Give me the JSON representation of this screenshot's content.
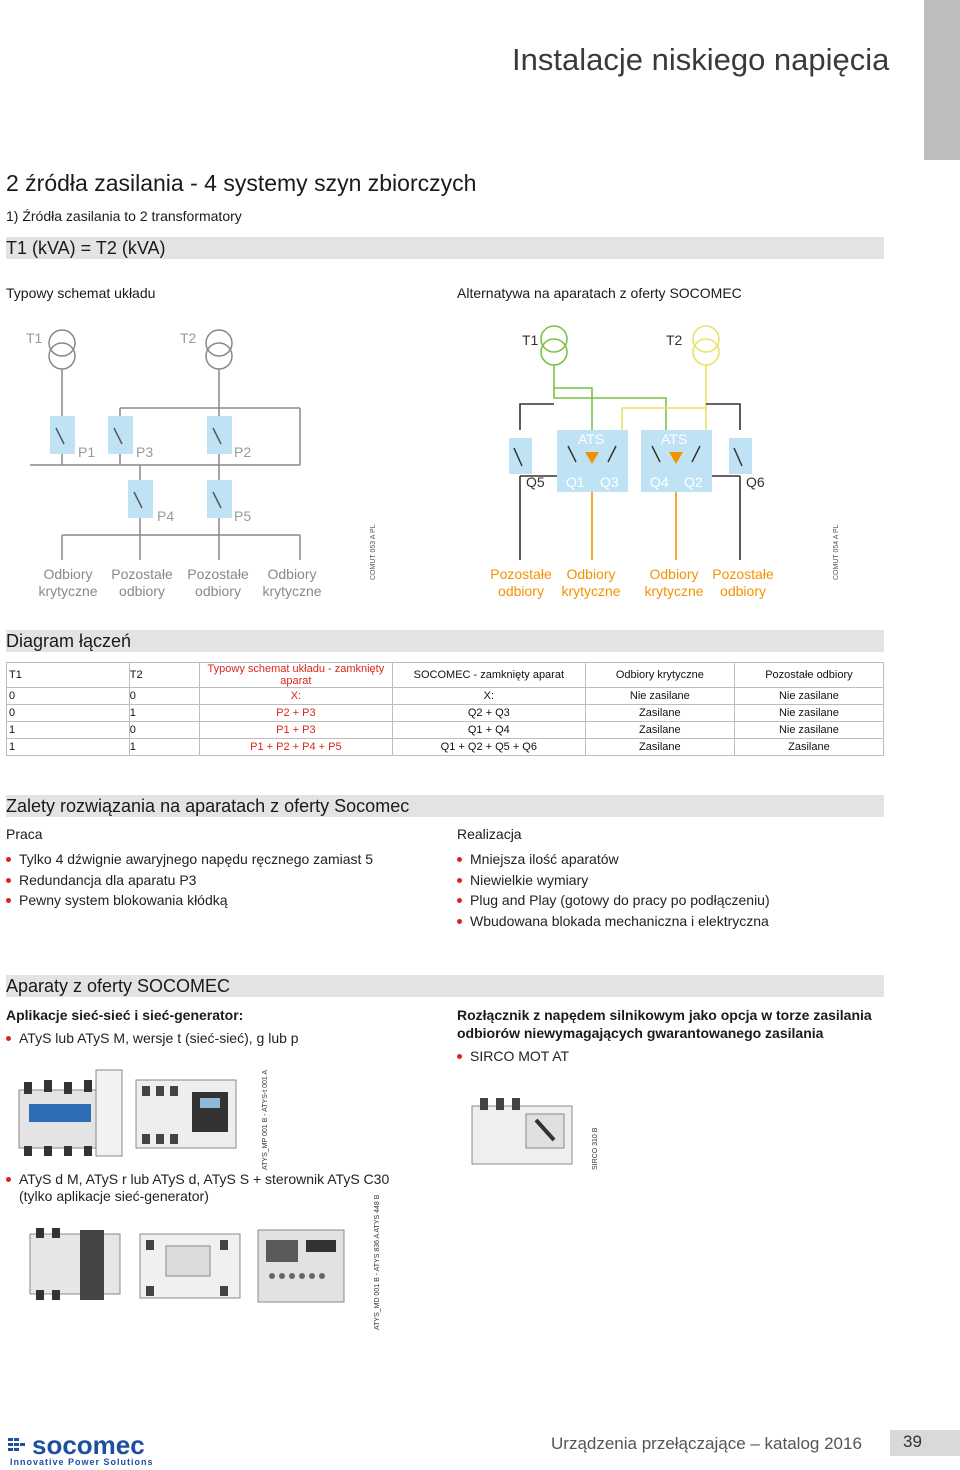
{
  "header": {
    "title": "Instalacje niskiego napięcia"
  },
  "section": {
    "title": "2 źródła zasilania - 4 systemy szyn zbiorczych",
    "subtitle": "1) Źródła zasilania to 2 transformatory",
    "bar_title": "T1 (kVA) = T2 (kVA)",
    "left_heading": "Typowy schemat układu",
    "right_heading": "Alternatywa na aparatach z oferty SOCOMEC"
  },
  "diagram_left": {
    "transformers": [
      "T1",
      "T2"
    ],
    "switches": [
      "P1",
      "P3",
      "P2",
      "P4",
      "P5"
    ],
    "loads": [
      {
        "line1": "Odbiory",
        "line2": "krytyczne"
      },
      {
        "line1": "Pozostałe",
        "line2": "odbiory"
      },
      {
        "line1": "Pozostałe",
        "line2": "odbiory"
      },
      {
        "line1": "Odbiory",
        "line2": "krytyczne"
      }
    ],
    "code": "COMUT 053 A PL"
  },
  "diagram_right": {
    "transformers": [
      "T1",
      "T2"
    ],
    "ats_labels": [
      "ATS",
      "ATS"
    ],
    "switches": [
      "Q5",
      "Q1",
      "Q3",
      "Q4",
      "Q2",
      "Q6"
    ],
    "loads": [
      {
        "line1": "Pozostałe",
        "line2": "odbiory"
      },
      {
        "line1": "Odbiory",
        "line2": "krytyczne"
      },
      {
        "line1": "Odbiory",
        "line2": "krytyczne"
      },
      {
        "line1": "Pozostałe",
        "line2": "odbiory"
      }
    ],
    "code": "COMUT 054 A PL",
    "colors": {
      "t1": "#7cc242",
      "t2": "#e8e26a",
      "orange": "#f39200",
      "ats_bg": "#bfe3f4"
    }
  },
  "connections": {
    "title": "Diagram łączeń",
    "headers": [
      "T1",
      "T2",
      "Typowy schemat układu - zamknięty aparat",
      "SOCOMEC - zamknięty aparat",
      "Odbiory krytyczne",
      "Pozostałe odbiory"
    ],
    "rows": [
      [
        "0",
        "0",
        "X:",
        "X:",
        "Nie zasilane",
        "Nie zasilane"
      ],
      [
        "0",
        "1",
        "P2 + P3",
        "Q2 + Q3",
        "Zasilane",
        "Nie zasilane"
      ],
      [
        "1",
        "0",
        "P1 + P3",
        "Q1 + Q4",
        "Zasilane",
        "Nie zasilane"
      ],
      [
        "1",
        "1",
        "P1 + P2 + P4 + P5",
        "Q1 + Q2 + Q5 + Q6",
        "Zasilane",
        "Zasilane"
      ]
    ]
  },
  "advantages": {
    "title": "Zalety rozwiązania na aparatach z oferty Socomec",
    "col1_title": "Praca",
    "col1_items": [
      "Tylko 4 dźwignie awaryjnego napędu ręcznego zamiast 5",
      "Redundancja dla aparatu P3",
      "Pewny system blokowania kłódką"
    ],
    "col2_title": "Realizacja",
    "col2_items": [
      "Mniejsza ilość aparatów",
      "Niewielkie wymiary",
      "Plug and Play (gotowy do pracy po podłączeniu)",
      "Wbudowana blokada mechaniczna i elektryczna"
    ]
  },
  "devices": {
    "title": "Aparaty z oferty SOCOMEC",
    "left_title": "Aplikacje sieć-sieć i sieć-generator:",
    "left_item": "ATyS lub ATyS M, wersje t (sieć-sieć), g lub p",
    "left_item2_line1": "ATyS d M, ATyS r lub ATyS d, ATyS S + sterownik ATyS C30",
    "left_item2_line2": "(tylko aplikacje sieć-generator)",
    "code1": "ATYS_MP 001 B - ATYS-t 001 A",
    "code2": "ATYS_MD 001 B - ATYS 836 A ATYS 448 B",
    "right_title_line1": "Rozłącznik z napędem silnikowym jako opcja w torze zasilania",
    "right_title_line2": "odbiorów niewymagających gwarantowanego zasilania",
    "right_item": "SIRCO MOT AT",
    "code3": "SIRCO 310 B"
  },
  "footer": {
    "brand": "socomec",
    "tagline": "Innovative Power Solutions",
    "catalog": "Urządzenia przełączające – katalog 2016",
    "page": "39",
    "brand_color": "#1f4fa0"
  }
}
